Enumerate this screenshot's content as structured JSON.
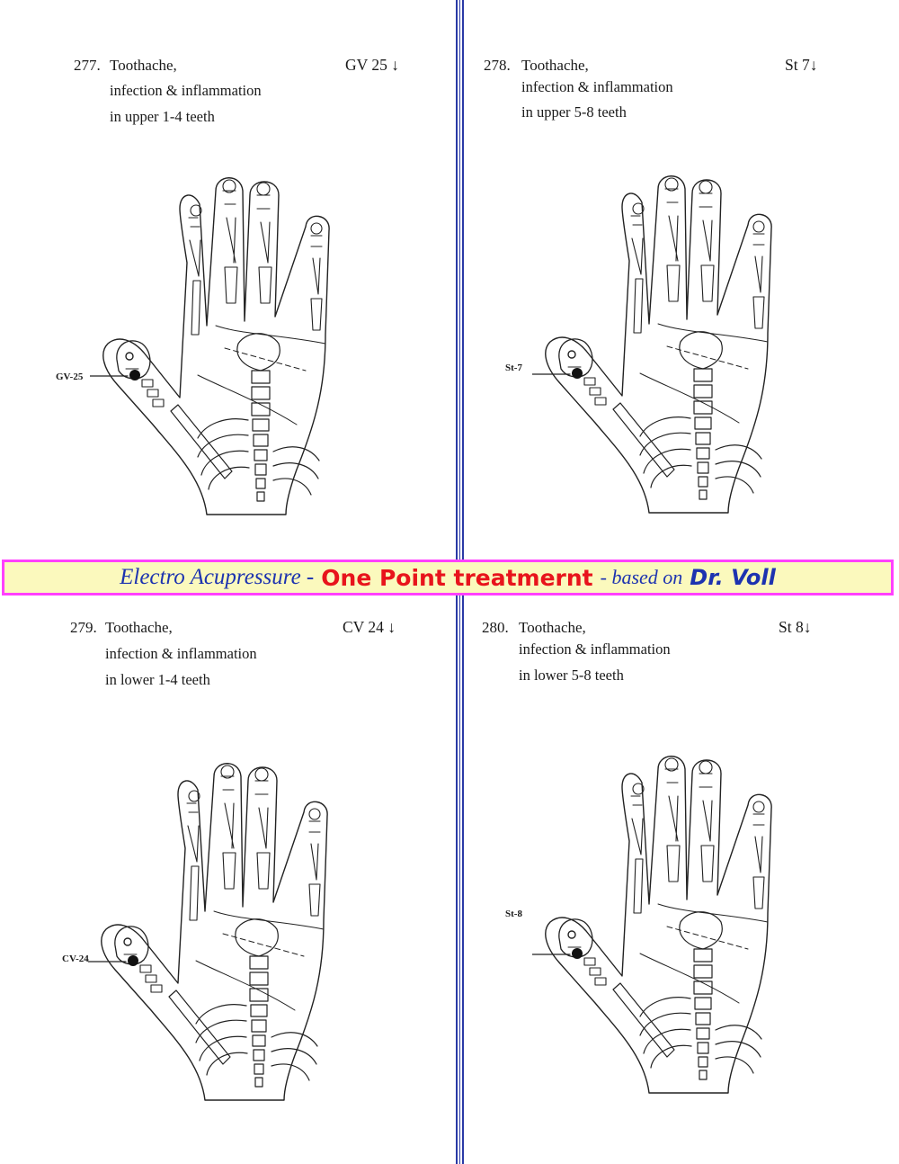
{
  "banner": {
    "lead": "Electro Acupressure -",
    "main": "One Point treatmernt",
    "tail": "- based on",
    "brand": "Dr. Voll"
  },
  "panels": [
    {
      "number": "277.",
      "title": "Toothache,",
      "line2": "infection & inflammation",
      "line3": "in upper 1-4 teeth",
      "code": "GV 25 ↓",
      "point_label": "GV-25"
    },
    {
      "number": "278.",
      "title": "Toothache,",
      "line2": "infection & inflammation",
      "line3": "in upper 5-8 teeth",
      "code": "St 7↓",
      "point_label": "St-7"
    },
    {
      "number": "279.",
      "title": "Toothache,",
      "line2": "infection & inflammation",
      "line3": "in lower 1-4 teeth",
      "code": "CV 24 ↓",
      "point_label": "CV-24"
    },
    {
      "number": "280.",
      "title": "Toothache,",
      "line2": "infection & inflammation",
      "line3": "in lower 5-8 teeth",
      "code": "St 8↓",
      "point_label": "St-8"
    }
  ]
}
